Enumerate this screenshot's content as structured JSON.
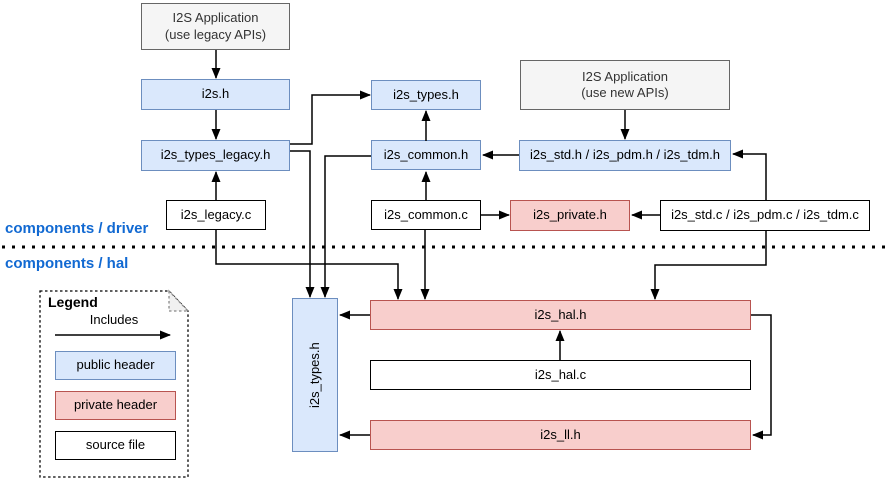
{
  "sections": {
    "driver": "components / driver",
    "hal": "components / hal"
  },
  "nodes": {
    "app_legacy": {
      "line1": "I2S Application",
      "line2": "(use legacy APIs)",
      "kind": "application"
    },
    "i2s_h": {
      "label": "i2s.h",
      "kind": "public header"
    },
    "i2s_types_legacy_h": {
      "label": "i2s_types_legacy.h",
      "kind": "public header"
    },
    "i2s_legacy_c": {
      "label": "i2s_legacy.c",
      "kind": "source file"
    },
    "i2s_types_h": {
      "label": "i2s_types.h",
      "kind": "public header"
    },
    "i2s_common_h": {
      "label": "i2s_common.h",
      "kind": "public header"
    },
    "i2s_common_c": {
      "label": "i2s_common.c",
      "kind": "source file"
    },
    "app_new": {
      "line1": "I2S Application",
      "line2": "(use new APIs)",
      "kind": "application"
    },
    "i2s_std_h": {
      "label": "i2s_std.h / i2s_pdm.h / i2s_tdm.h",
      "kind": "public header"
    },
    "i2s_private_h": {
      "label": "i2s_private.h",
      "kind": "private header"
    },
    "i2s_std_c": {
      "label": "i2s_std.c / i2s_pdm.c / i2s_tdm.c",
      "kind": "source file"
    },
    "hal_i2s_types_h": {
      "label": "i2s_types.h",
      "kind": "public header"
    },
    "i2s_hal_h": {
      "label": "i2s_hal.h",
      "kind": "private header"
    },
    "i2s_hal_c": {
      "label": "i2s_hal.c",
      "kind": "source file"
    },
    "i2s_ll_h": {
      "label": "i2s_ll.h",
      "kind": "private header"
    }
  },
  "edges": [
    {
      "from": "I2S Application (use legacy APIs)",
      "to": "i2s.h"
    },
    {
      "from": "i2s.h",
      "to": "i2s_types_legacy.h"
    },
    {
      "from": "i2s_legacy.c",
      "to": "i2s_types_legacy.h"
    },
    {
      "from": "i2s_types_legacy.h",
      "to": "i2s_types.h (driver)"
    },
    {
      "from": "i2s_common.h",
      "to": "i2s_types.h (driver)"
    },
    {
      "from": "i2s_common.c",
      "to": "i2s_common.h"
    },
    {
      "from": "i2s_std.h / i2s_pdm.h / i2s_tdm.h",
      "to": "i2s_common.h"
    },
    {
      "from": "I2S Application (use new APIs)",
      "to": "i2s_std.h / i2s_pdm.h / i2s_tdm.h"
    },
    {
      "from": "i2s_std.c / i2s_pdm.c / i2s_tdm.c",
      "to": "i2s_std.h / i2s_pdm.h / i2s_tdm.h"
    },
    {
      "from": "i2s_common.c",
      "to": "i2s_private.h"
    },
    {
      "from": "i2s_std.c / i2s_pdm.c / i2s_tdm.c",
      "to": "i2s_private.h"
    },
    {
      "from": "i2s_types_legacy.h",
      "to": "i2s_types.h (hal)"
    },
    {
      "from": "i2s_common.h",
      "to": "i2s_types.h (hal)"
    },
    {
      "from": "i2s_legacy.c",
      "to": "i2s_hal.h"
    },
    {
      "from": "i2s_common.c",
      "to": "i2s_hal.h"
    },
    {
      "from": "i2s_std.c / i2s_pdm.c / i2s_tdm.c",
      "to": "i2s_hal.h"
    },
    {
      "from": "i2s_hal.c",
      "to": "i2s_hal.h"
    },
    {
      "from": "i2s_hal.h",
      "to": "i2s_types.h (hal)"
    },
    {
      "from": "i2s_hal.h",
      "to": "i2s_ll.h"
    },
    {
      "from": "i2s_ll.h",
      "to": "i2s_types.h (hal)"
    }
  ],
  "legend": {
    "title": "Legend",
    "arrow_label": "Includes",
    "items": [
      {
        "label": "public header",
        "fill": "#dae8fc",
        "stroke": "#6c8ebf"
      },
      {
        "label": "private header",
        "fill": "#f8cecc",
        "stroke": "#b85450"
      },
      {
        "label": "source file",
        "fill": "#ffffff",
        "stroke": "#000000"
      }
    ]
  },
  "colors": {
    "public_header_fill": "#dae8fc",
    "public_header_stroke": "#6c8ebf",
    "private_header_fill": "#f8cecc",
    "private_header_stroke": "#b85450",
    "application_fill": "#f5f5f5",
    "application_stroke": "#666666",
    "source_file_fill": "#ffffff",
    "section_label_text": "#1169d2",
    "edge_color": "#000000"
  }
}
